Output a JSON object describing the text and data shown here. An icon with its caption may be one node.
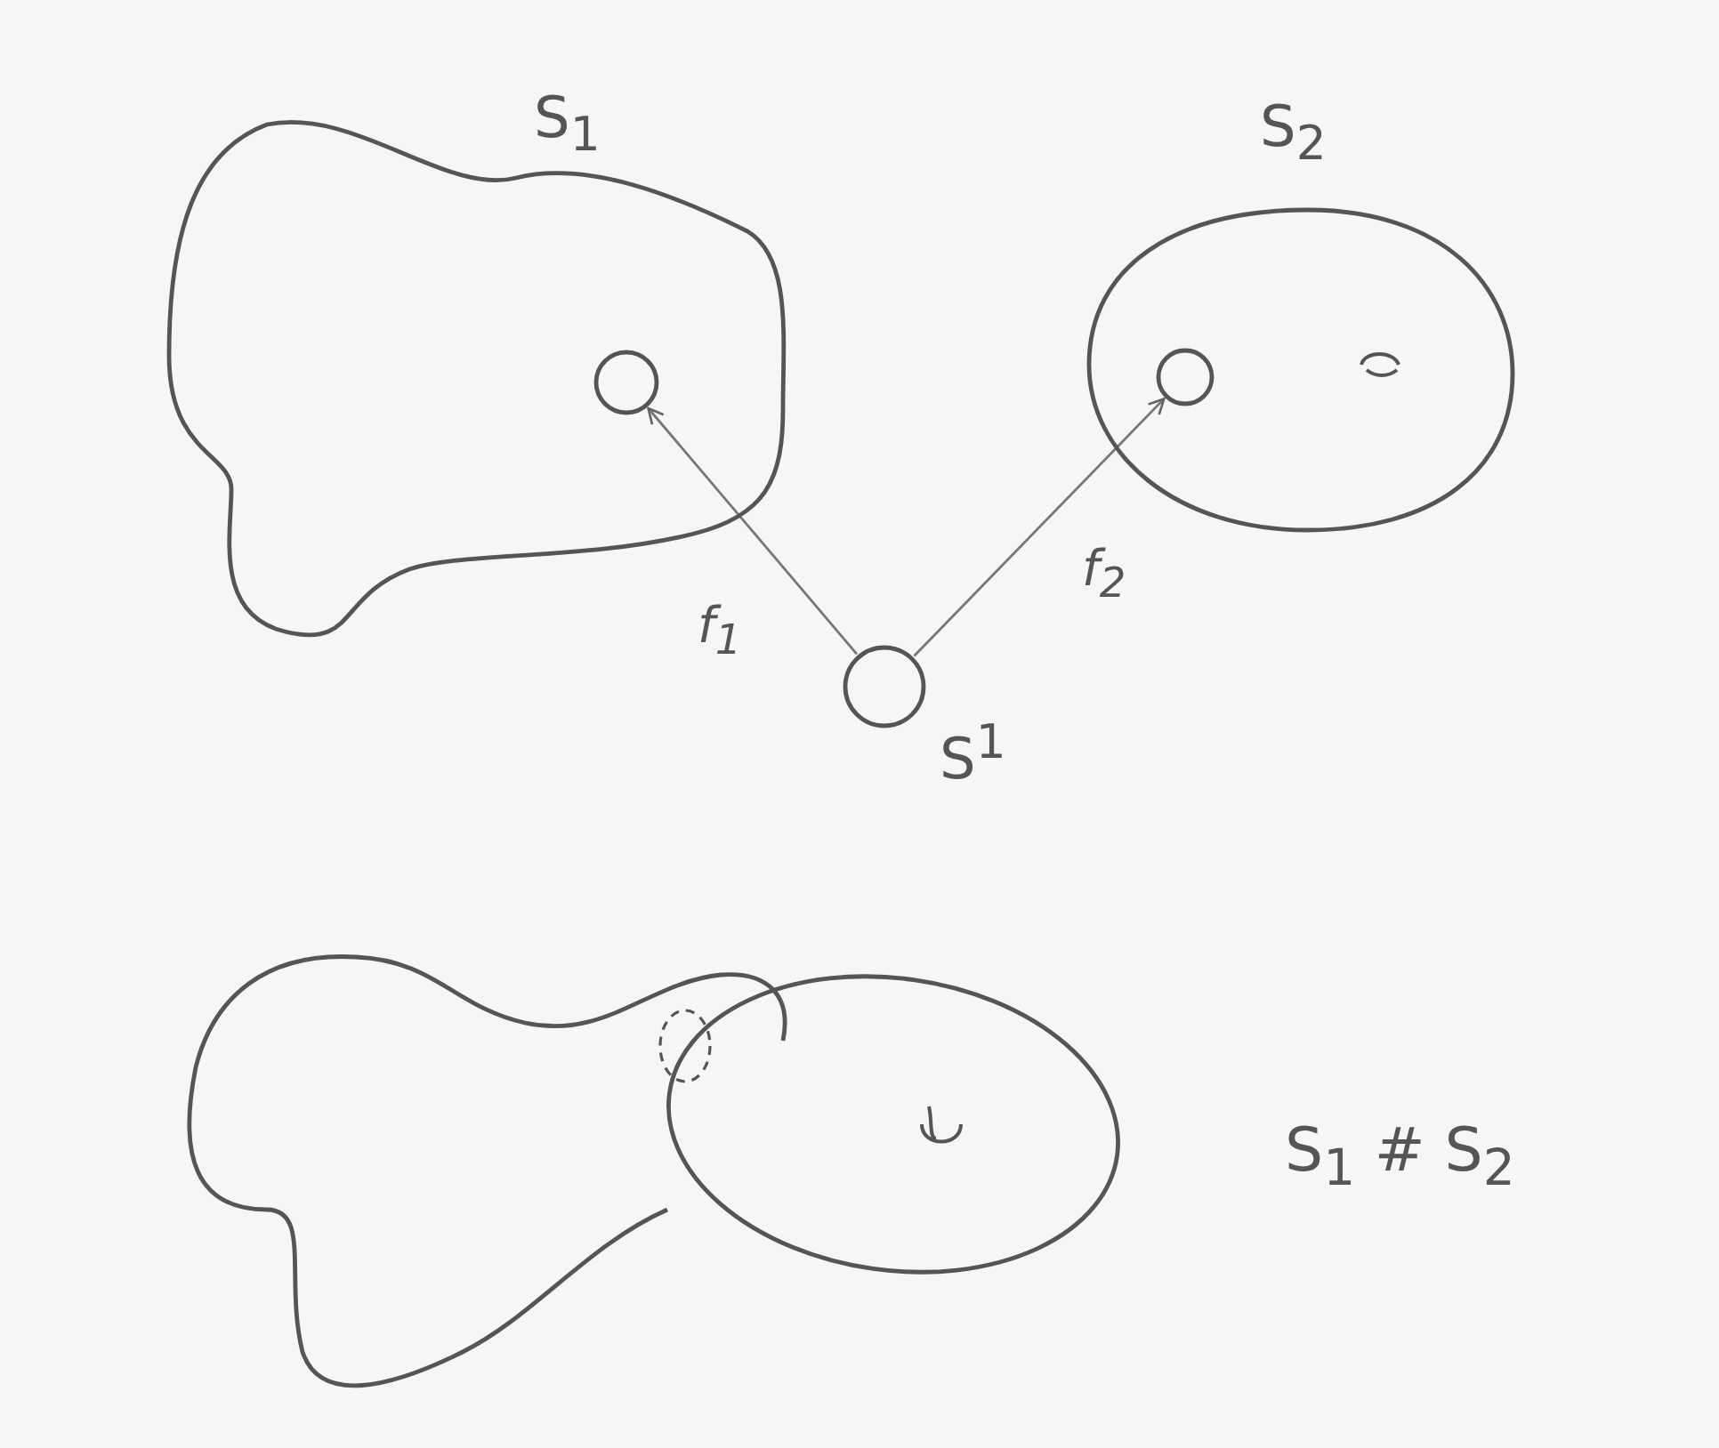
{
  "diagram": {
    "nodes": [
      {
        "text": [
          "S$_{1}$"
        ]
      },
      {
        "text": [],
        "shape": "circle",
        "in": 0
      },
      {
        "text": [
          "S$_{2}$"
        ]
      },
      {
        "text": [],
        "shape": "circle",
        "in": 2
      },
      {
        "text": [
          "S$^{1}$"
        ]
      }
    ],
    "edges": [
      {
        "from": 4,
        "to": 1,
        "arrow": "to",
        "label": "f$_{1}$"
      },
      {
        "from": 4,
        "to": 3,
        "arrow": "to",
        "label": "f$_{2}$"
      }
    ],
    "labels": [
      "S$_{1}$ # S$_{2}$"
    ]
  }
}
